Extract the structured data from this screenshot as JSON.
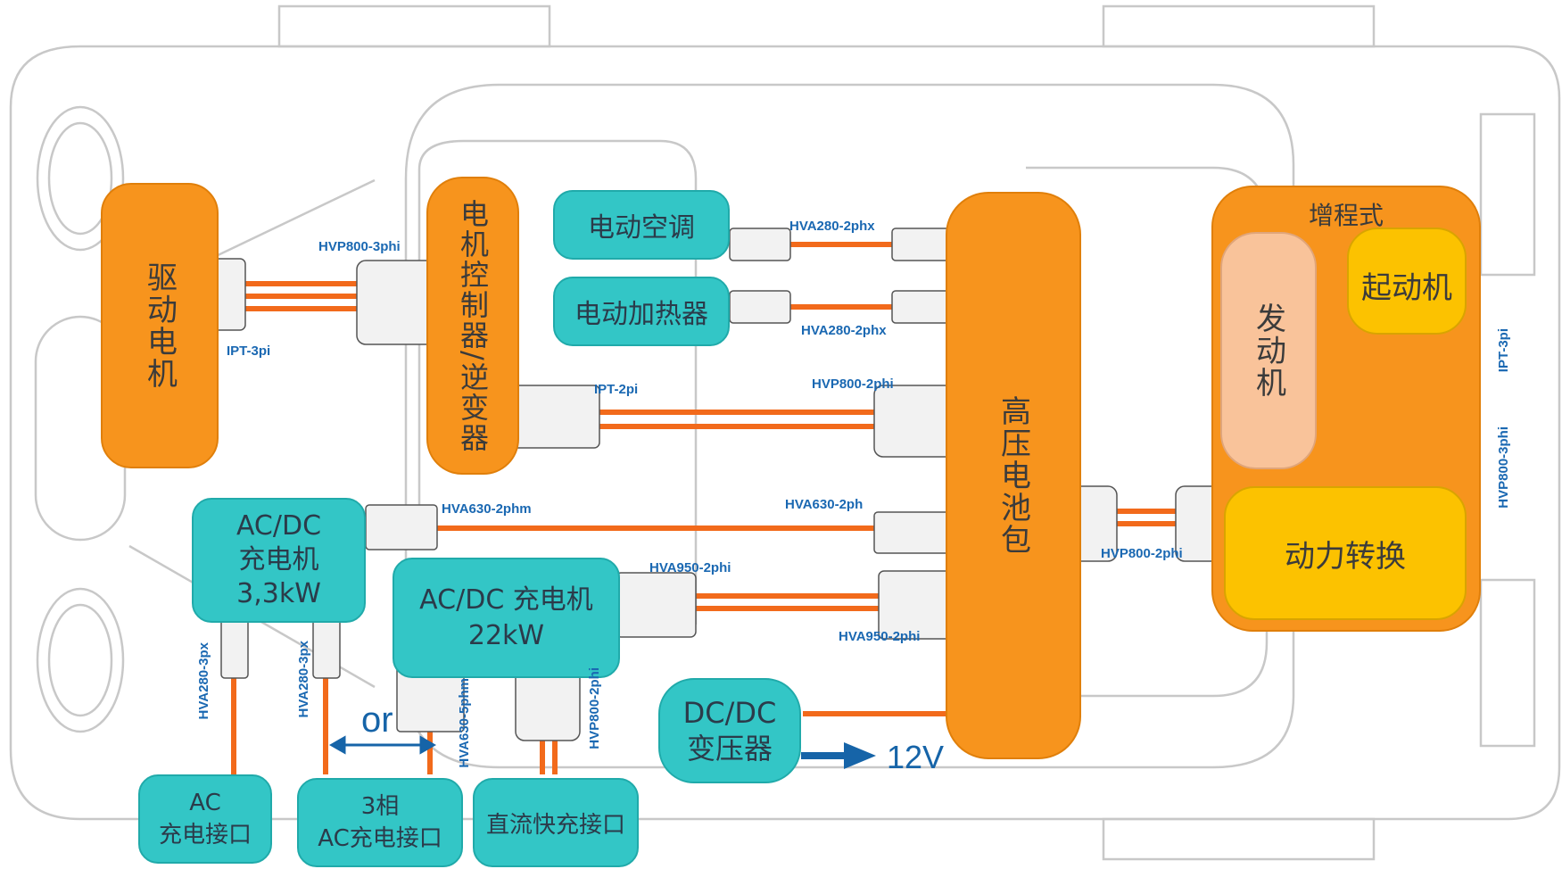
{
  "components": {
    "drive_motor": "驱动电机",
    "motor_controller": "电机控制器/逆变器",
    "e_ac": "电动空调",
    "e_heater": "电动加热器",
    "hv_battery": "高压电池包",
    "range_extender": "增程式",
    "engine": "发动机",
    "starter": "起动机",
    "power_conversion": "动力转换",
    "acdc_small": "AC/DC\n充电机\n3,3kW",
    "acdc_large": "AC/DC 充电机\n22kW",
    "dcdc": "DC/DC\n变压器",
    "ac_port": "AC\n充电接口",
    "ac3_port": "3相\nAC充电接口",
    "dc_port": "直流快充接口"
  },
  "connectors": {
    "hvp800_3phi_top": "HVP800-3phi",
    "ipt_3pi_left": "IPT-3pi",
    "hva280_2phx_a": "HVA280-2phx",
    "hva280_2phx_b": "HVA280-2phx",
    "ipt_2pi": "IPT-2pi",
    "hvp800_2phi_top": "HVP800-2phi",
    "hva630_2phm": "HVA630-2phm",
    "hva630_2ph": "HVA630-2ph",
    "hva950_2phi_a": "HVA950-2phi",
    "hva950_2phi_b": "HVA950-2phi",
    "hvp800_2phi_mid": "HVP800-2phi",
    "ipt_3pi_right": "IPT-3pi",
    "hvp800_3phi_right": "HVP800-3phi",
    "hva280_3px_a": "HVA280-3px",
    "hva280_3px_b": "HVA280-3px",
    "hva630_5phm": "HVA630-5phm",
    "hvp800_2phi_bottom": "HVP800-2phi"
  },
  "annotations": {
    "or_label": "or",
    "output_12v": "12V"
  },
  "colors": {
    "cable": "#f26a1b",
    "orange_box": "#f7941d",
    "teal_box": "#33c6c6",
    "yellow_box": "#fcc200",
    "peach_box": "#f9c39a",
    "label_blue": "#1a68b2",
    "arrow_blue": "#1664a8",
    "car_outline": "#c8c8c8"
  }
}
